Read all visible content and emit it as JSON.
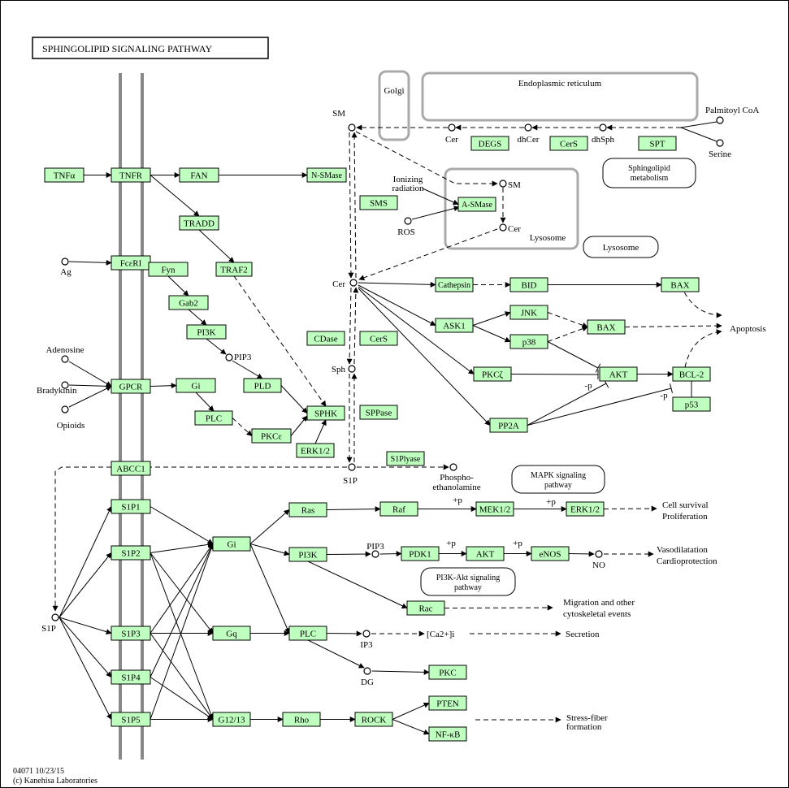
{
  "title": "SPHINGOLIPID  SIGNALING  PATHWAY",
  "footer": {
    "line1": "04071 10/23/15",
    "line2": "(c) Kanehisa Laboratories"
  },
  "compartments": {
    "golgi": "Golgi",
    "er": "Endoplasmic reticulum",
    "lysosome": "Lysosome"
  },
  "genes": {
    "TNFa": "TNFα",
    "TNFR": "TNFR",
    "FAN": "FAN",
    "NSMase": "N-SMase",
    "TRADD": "TRADD",
    "TRAF2": "TRAF2",
    "FceRI": "FcεRI",
    "Fyn": "Fyn",
    "Gab2": "Gab2",
    "PI3K_a": "PI3K",
    "GPCR": "GPCR",
    "Gi_a": "Gi",
    "PLC_a": "PLC",
    "PKCe": "PKCε",
    "PLD": "PLD",
    "SPHK": "SPHK",
    "ERK12_a": "ERK1/2",
    "ABCC1": "ABCC1",
    "S1P1": "S1P1",
    "S1P2": "S1P2",
    "S1P3": "S1P3",
    "S1P4": "S1P4",
    "S1P5": "S1P5",
    "Gi_b": "Gi",
    "Gq": "Gq",
    "G1213": "G12/13",
    "Ras": "Ras",
    "Raf": "Raf",
    "MEK12": "MEK1/2",
    "ERK12_b": "ERK1/2",
    "PI3K_b": "PI3K",
    "PDK1": "PDK1",
    "AKT_b": "AKT",
    "eNOS": "eNOS",
    "Rac": "Rac",
    "PLC_b": "PLC",
    "PKC": "PKC",
    "Rho": "Rho",
    "ROCK": "ROCK",
    "PTEN": "PTEN",
    "NFkB": "NF-κB",
    "DEGS": "DEGS",
    "CerS_a": "CerS",
    "SPT": "SPT",
    "SMS": "SMS",
    "ASMase": "A-SMase",
    "CDase": "CDase",
    "CerS_b": "CerS",
    "SPPase": "SPPase",
    "S1Plyase": "S1Plyase",
    "Cathepsin": "Cathepsin",
    "BID": "BID",
    "BAX_a": "BAX",
    "ASK1": "ASK1",
    "JNK": "JNK",
    "p38": "p38",
    "BAX_b": "BAX",
    "PKCz": "PKCζ",
    "AKT_a": "AKT",
    "BCL2": "BCL-2",
    "p53": "p53",
    "PP2A": "PP2A"
  },
  "compounds": {
    "SM_a": "SM",
    "Cer_a": "Cer",
    "dhCer": "dhCer",
    "dhSph": "dhSph",
    "PalmCoA": "Palmitoyl CoA",
    "Serine": "Serine",
    "SM_b": "SM",
    "Cer_b": "Cer",
    "Ionizing": "Ionizing radiation",
    "ROS": "ROS",
    "Cer_main": "Cer",
    "Sph": "Sph",
    "S1P_main": "S1P",
    "S1P_left": "S1P",
    "Ag": "Ag",
    "Adenosine": "Adenosine",
    "Bradykinin": "Bradykinin",
    "Opioids": "Opioids",
    "PIP3_a": "PIP3",
    "PIP3_b": "PIP3",
    "IP3": "IP3",
    "DG": "DG",
    "NO": "NO",
    "Ca": "[Ca2+]i",
    "Phospho": "Phospho-ethanolamine"
  },
  "outcomes": {
    "apoptosis": "Apoptosis",
    "survival": "Cell survival Proliferation",
    "vaso": "Vasodilatation Cardioprotection",
    "migration": "Migration and other cytoskeletal events",
    "secretion": "Secretion",
    "stress": "Stress-fiber formation"
  },
  "maps": {
    "sphingo": "Sphingolipid metabolism",
    "lyso": "Lysosome",
    "mapk": "MAPK signaling pathway",
    "pi3k": "PI3K-Akt signaling pathway"
  },
  "edge_labels": {
    "plus_p": "+p",
    "minus_p": "-p"
  }
}
